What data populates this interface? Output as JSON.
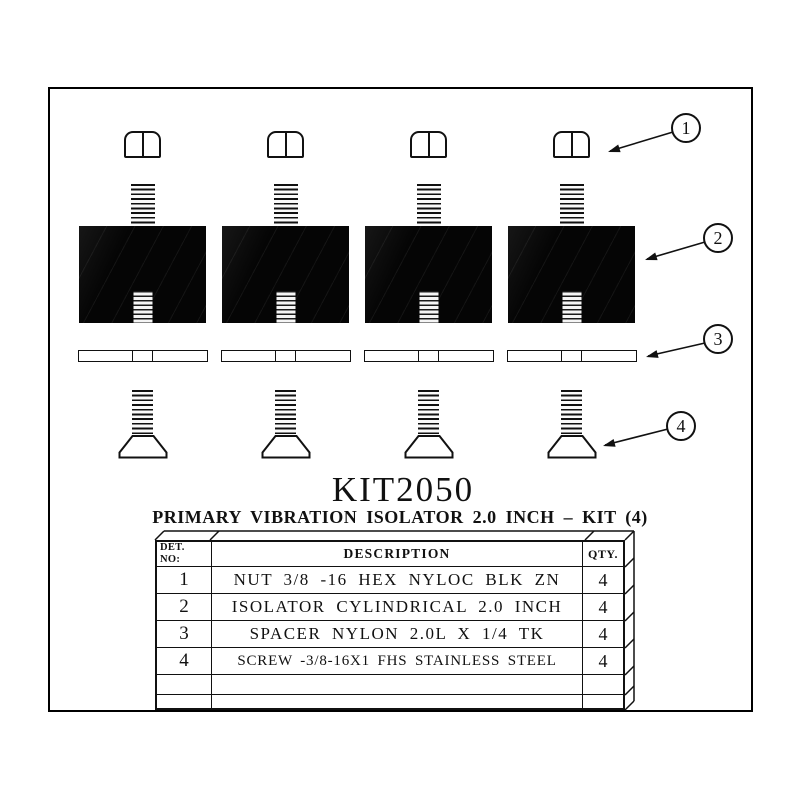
{
  "drawing": {
    "ink_color": "#111111",
    "paper_color": "#ffffff",
    "title": "KIT2050",
    "subtitle": "PRIMARY VIBRATION ISOLATOR 2.0 INCH – KIT (4)",
    "callouts": [
      "1",
      "2",
      "3",
      "4"
    ]
  },
  "table": {
    "header": {
      "det_line1": "DET.",
      "det_line2": "NO:",
      "description": "DESCRIPTION",
      "qty": "QTY."
    },
    "rows": [
      {
        "det": "1",
        "description": "NUT 3/8 -16 HEX NYLOC BLK ZN",
        "qty": "4"
      },
      {
        "det": "2",
        "description": "ISOLATOR CYLINDRICAL 2.0 INCH",
        "qty": "4"
      },
      {
        "det": "3",
        "description": "SPACER NYLON 2.0L X 1/4 TK",
        "qty": "4"
      },
      {
        "det": "4",
        "description": "SCREW -3/8-16X1 FHS STAINLESS STEEL",
        "qty": "4"
      }
    ]
  }
}
